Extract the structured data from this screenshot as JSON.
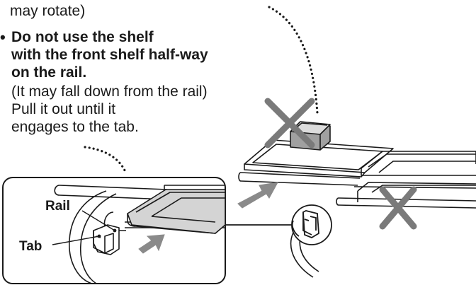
{
  "instructions": {
    "intro_fragment": "may rotate)",
    "bullet_symbol": "•",
    "warning_line1": "Do not use the shelf",
    "warning_line2": "with the front shelf half-way",
    "warning_line3": "on the rail.",
    "note_line1": "(It may fall down from the rail)",
    "note_line2": "Pull it out until it",
    "note_line3": "engages to the tab."
  },
  "labels": {
    "rail": "Rail",
    "tab": "Tab"
  },
  "colors": {
    "line": "#1a1a1a",
    "prohibit_x": "#7a7a7a",
    "box_fill": "#a0a0a0",
    "shelf_fill": "#d4d4d4",
    "arrow_fill": "#8a8a8a"
  }
}
